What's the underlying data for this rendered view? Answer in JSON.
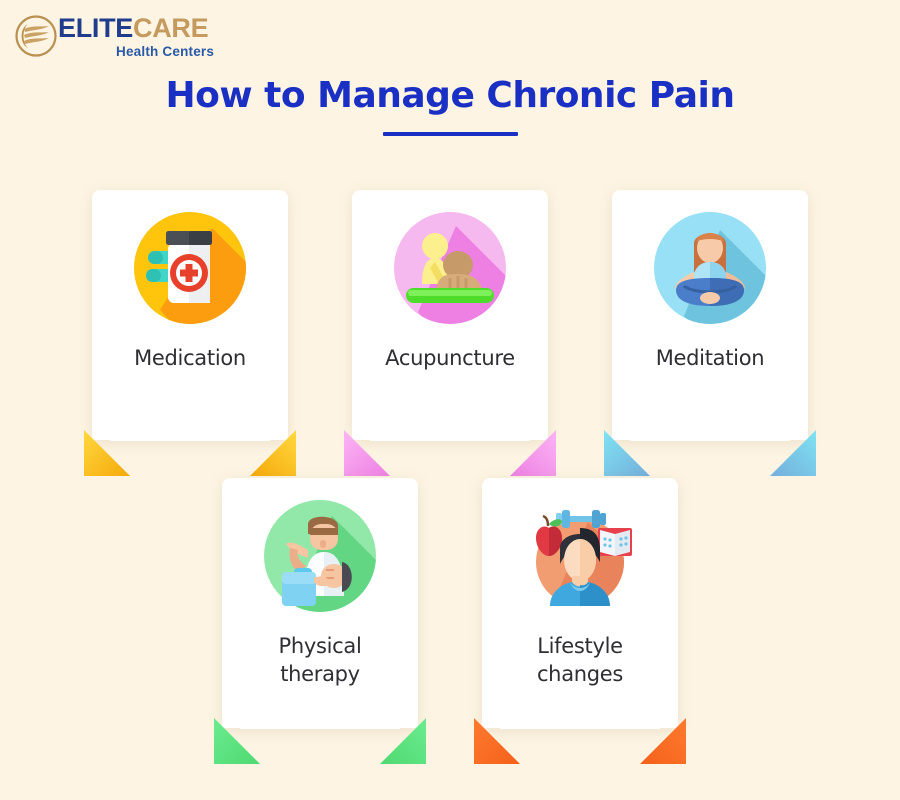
{
  "background_color": "#FDF4E3",
  "logo": {
    "mark_name": "elitecare-circular-emblem",
    "mark_color": "#B8904F",
    "word_primary": "ELITE",
    "word_secondary": "CARE",
    "tagline": "Health Centers",
    "primary_color": "#1F3D8C",
    "secondary_color": "#C49A5E",
    "tagline_color": "#2A59A8"
  },
  "header": {
    "title": "How to Manage Chronic Pain",
    "title_color": "#1A2FC4",
    "underline_color": "#1A2FC4"
  },
  "cards": [
    {
      "label": "Medication",
      "icon_name": "pill-bottle-icon",
      "accent_color": "#FFC107",
      "accent_shadow_color": "#FB9D0E",
      "flap_color_light": "#FFD83D",
      "flap_color_dark": "#F5A90B",
      "label_color": "#2E2E33"
    },
    {
      "label": "Acupuncture",
      "icon_name": "massage-therapy-icon",
      "accent_color": "#F4A9EE",
      "accent_shadow_color": "#EC72E0",
      "flap_color_light": "#F9ADF2",
      "flap_color_dark": "#EE80E4",
      "label_color": "#2E2E33"
    },
    {
      "label": "Meditation",
      "icon_name": "lotus-pose-icon",
      "accent_color": "#8EDBF2",
      "accent_shadow_color": "#63BFDD",
      "flap_color_light": "#7FD9EE",
      "flap_color_dark": "#74B5DC",
      "label_color": "#2E2E33"
    },
    {
      "label": "Physical\ntherapy",
      "icon_name": "physical-therapy-icon",
      "accent_color": "#8CE6A2",
      "accent_shadow_color": "#5FD47E",
      "flap_color_light": "#6BE98C",
      "flap_color_dark": "#55DD78",
      "label_color": "#2E2E33"
    },
    {
      "label": "Lifestyle\nchanges",
      "icon_name": "healthy-lifestyle-icon",
      "accent_color": "#F2996F",
      "accent_shadow_color": "#E8835B",
      "flap_color_light": "#FF7A2F",
      "flap_color_dark": "#F4611A",
      "label_color": "#2E2E33"
    }
  ]
}
